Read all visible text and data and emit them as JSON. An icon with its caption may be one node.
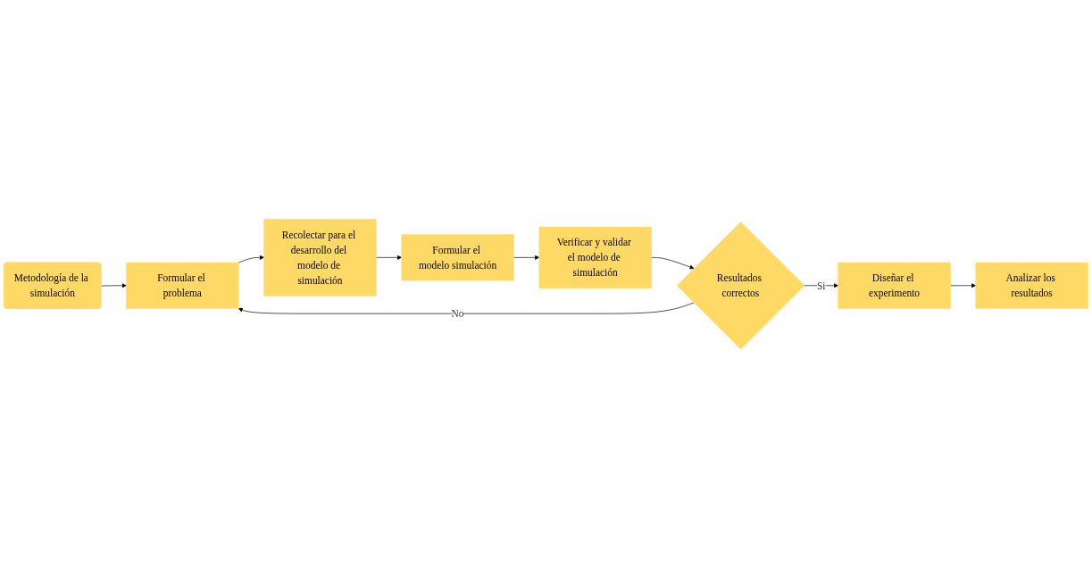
{
  "diagram": {
    "nodes": [
      {
        "text": [
          "Metodología de la simulación"
        ]
      },
      {
        "text": [
          "Formular el problema"
        ]
      },
      {
        "text": [
          "Recolectar para el desarrollo del modelo de simulación"
        ]
      },
      {
        "text": [
          "Formular el modelo simulación"
        ]
      },
      {
        "text": [
          "Verificar y validar el modelo de simulación"
        ]
      },
      {
        "text": [
          "Resultados correctos"
        ]
      },
      {
        "text": [
          "Diseñar el experimento"
        ]
      },
      {
        "text": [
          "Analizar los resultados"
        ]
      }
    ],
    "edges": [
      {
        "from": 0,
        "to": 1,
        "arrow": "to"
      },
      {
        "from": 1,
        "to": 2,
        "arrow": "to"
      },
      {
        "from": 2,
        "to": 3,
        "arrow": "to"
      },
      {
        "from": 3,
        "to": 4,
        "arrow": "to"
      },
      {
        "from": 4,
        "to": 5,
        "arrow": "to"
      },
      {
        "from": 5,
        "to": 1,
        "label": "No",
        "arrow": "to"
      },
      {
        "from": 5,
        "to": 6,
        "label": "Si",
        "arrow": "to"
      },
      {
        "from": 6,
        "to": 7,
        "arrow": "to"
      }
    ]
  }
}
